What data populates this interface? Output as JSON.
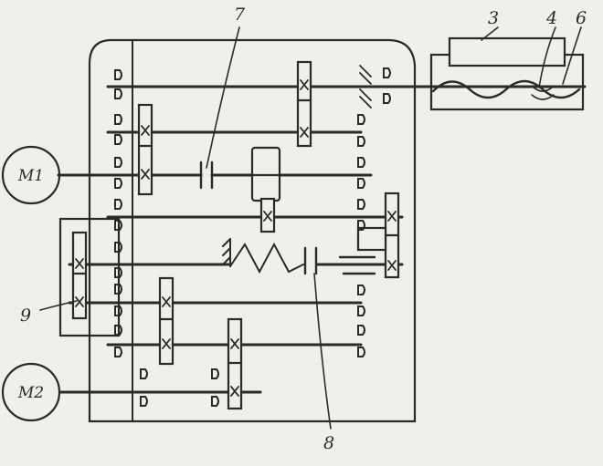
{
  "diagram": {
    "motors": {
      "m1": "M1",
      "m2": "M2"
    },
    "callouts": {
      "c3": "3",
      "c4": "4",
      "c6": "6",
      "c7": "7",
      "c8": "8",
      "c9": "9"
    }
  },
  "colors": {
    "ink": "#2a2a2a",
    "paper": "#f1efe9"
  }
}
